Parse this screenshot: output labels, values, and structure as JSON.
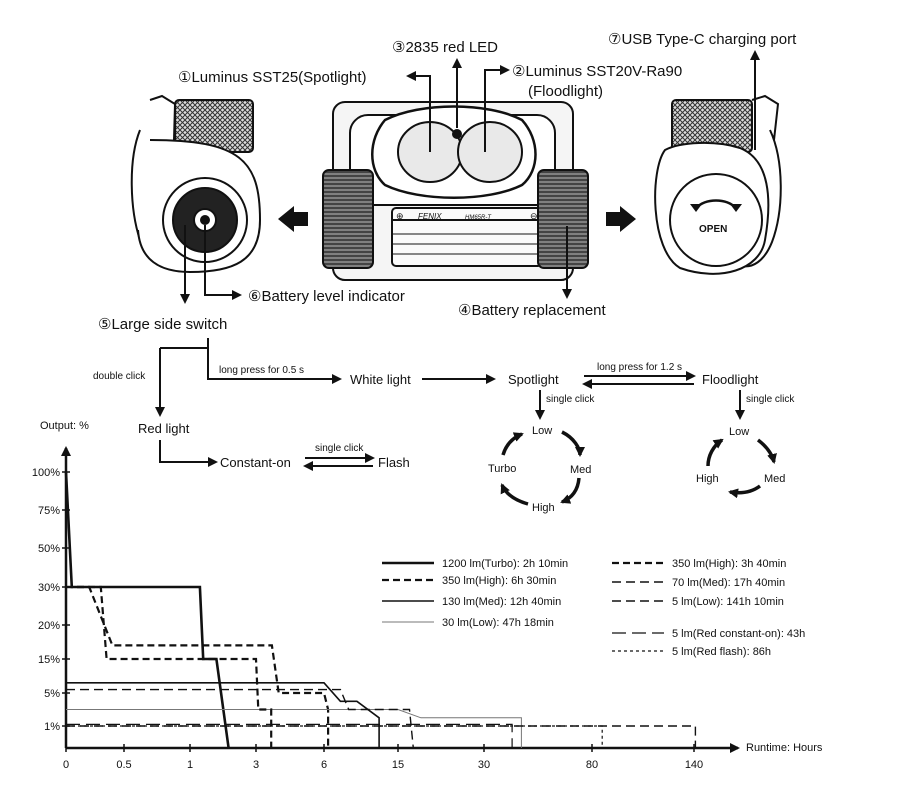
{
  "callouts": {
    "c1": "①Luminus SST25(Spotlight)",
    "c2a": "②Luminus SST20V-Ra90",
    "c2b": "(Floodlight)",
    "c3": "③2835 red LED",
    "c4": "④Battery replacement",
    "c5": "⑤Large side switch",
    "c6": "⑥Battery level indicator",
    "c7": "⑦USB Type-C charging port",
    "brand": "FENIX",
    "model": "HM65R-T",
    "cover_label": "OPEN"
  },
  "flow": {
    "double_click": "double click",
    "long_press_05": "long press for 0.5 s",
    "white_light": "White light",
    "red_light": "Red light",
    "constant_on": "Constant-on",
    "single_click_red": "single click",
    "flash": "Flash",
    "spotlight": "Spotlight",
    "long_press_12": "long press for 1.2 s",
    "floodlight": "Floodlight",
    "single_click_spot": "single click",
    "single_click_flood": "single click",
    "spot_low": "Low",
    "spot_med": "Med",
    "spot_high": "High",
    "spot_turbo": "Turbo",
    "flood_low": "Low",
    "flood_med": "Med",
    "flood_high": "High"
  },
  "chart_data": {
    "type": "line",
    "ylabel": "Output: %",
    "xlabel": "Runtime: Hours",
    "x_ticks": [
      "0",
      "0.5",
      "1",
      "3",
      "6",
      "15",
      "30",
      "80",
      "140"
    ],
    "y_ticks": [
      "100%",
      "75%",
      "50%",
      "30%",
      "20%",
      "15%",
      "5%",
      "1%"
    ],
    "series": [
      {
        "name": "1200 lm(Turbo): 2h 10min",
        "style": "thick-solid",
        "points": [
          [
            0,
            100
          ],
          [
            0.05,
            30
          ],
          [
            1.3,
            30
          ],
          [
            1.4,
            15
          ],
          [
            1.8,
            15
          ],
          [
            2.17,
            0
          ]
        ]
      },
      {
        "name": "350 lm(High): 6h 30min",
        "style": "thick-dashed",
        "points": [
          [
            0,
            30
          ],
          [
            0.2,
            30
          ],
          [
            0.4,
            17
          ],
          [
            3.7,
            17
          ],
          [
            4,
            5
          ],
          [
            6,
            5
          ],
          [
            6.5,
            3
          ],
          [
            6.5,
            0
          ]
        ]
      },
      {
        "name": "130 lm(Med): 12h 40min",
        "style": "solid",
        "points": [
          [
            0,
            8
          ],
          [
            6,
            8
          ],
          [
            8,
            4
          ],
          [
            10,
            4
          ],
          [
            12.7,
            2
          ],
          [
            12.7,
            0
          ]
        ]
      },
      {
        "name": "30 lm(Low): 47h 18min",
        "style": "thin-solid",
        "points": [
          [
            0,
            3
          ],
          [
            15,
            3
          ],
          [
            19,
            2
          ],
          [
            47.3,
            2
          ],
          [
            47.3,
            0
          ]
        ]
      },
      {
        "name": "350 lm(High): 3h 40min",
        "style": "thick-dashed",
        "points": [
          [
            0,
            30
          ],
          [
            0.3,
            30
          ],
          [
            0.35,
            15
          ],
          [
            3,
            15
          ],
          [
            3.1,
            3
          ],
          [
            3.67,
            3
          ],
          [
            3.67,
            0
          ]
        ]
      },
      {
        "name": "70 lm(Med): 17h 40min",
        "style": "dashed",
        "points": [
          [
            0,
            6
          ],
          [
            8,
            6
          ],
          [
            9,
            3
          ],
          [
            17,
            3
          ],
          [
            17.67,
            0
          ]
        ]
      },
      {
        "name": "5 lm(Low): 141h 10min",
        "style": "dashed",
        "points": [
          [
            0,
            1
          ],
          [
            47,
            1
          ],
          [
            141.17,
            1
          ],
          [
            141.17,
            0
          ]
        ]
      },
      {
        "name": "5 lm(Red constant-on): 43h",
        "style": "long-dash",
        "points": [
          [
            0,
            1.2
          ],
          [
            43,
            1.2
          ],
          [
            43,
            0
          ]
        ]
      },
      {
        "name": "5 lm(Red flash): 86h",
        "style": "dotted",
        "points": [
          [
            0,
            1
          ],
          [
            86,
            1
          ],
          [
            86,
            0
          ]
        ]
      }
    ]
  }
}
